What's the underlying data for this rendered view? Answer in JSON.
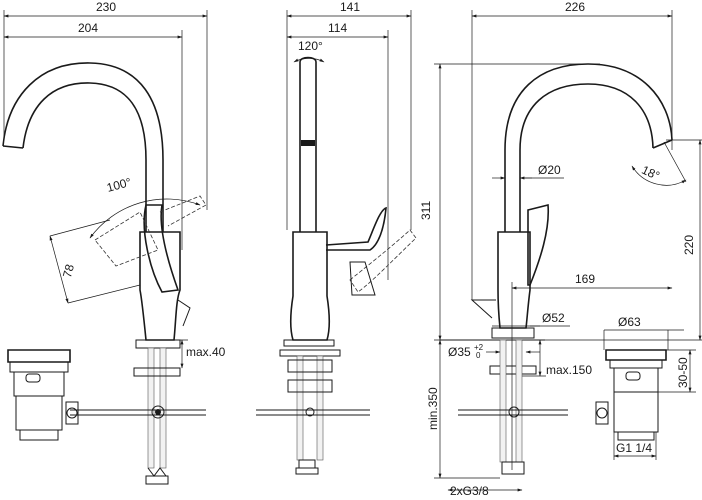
{
  "dimensions": {
    "side_total_width": "230",
    "side_spout_reach": "204",
    "swivel_angle": "100°",
    "lever_length": "78",
    "max_lift": "max.40",
    "front_width": "141",
    "front_lever_reach": "114",
    "lever_angle": "120°",
    "profile_reach": "226",
    "spout_diameter": "Ø20",
    "spout_tilt": "18°",
    "total_height": "311",
    "spout_height": "220",
    "lever_offset": "169",
    "base_diameter": "Ø52",
    "hole_diameter": "Ø35",
    "hole_tolerance": "+2",
    "hole_tolerance_lower": "0",
    "deck_thickness": "max.150",
    "hose_length": "min.350",
    "connection": "2xG3/8",
    "waste_head_diameter": "Ø63",
    "waste_head_height": "30-50",
    "waste_thread": "G1 1/4"
  }
}
